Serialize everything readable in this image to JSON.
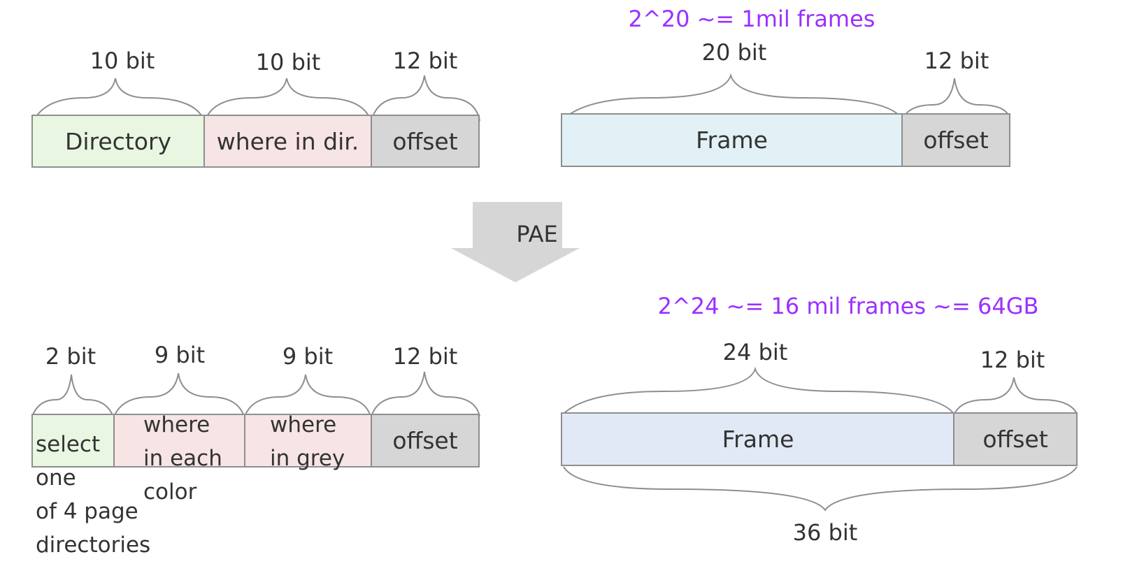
{
  "top_left": {
    "labels": [
      "10 bit",
      "10 bit",
      "12 bit"
    ],
    "fields": [
      "Directory",
      "where in dir.",
      "offset"
    ]
  },
  "top_right": {
    "note": "2^20 ~= 1mil frames",
    "labels": [
      "20 bit",
      "12 bit"
    ],
    "fields": [
      "Frame",
      "offset"
    ]
  },
  "arrow_label": "PAE",
  "bottom_left": {
    "labels": [
      "2 bit",
      "9 bit",
      "9 bit",
      "12 bit"
    ],
    "fields": [
      "select\none\nof 4 page\ndirectories",
      "where\nin each\ncolor",
      "where\nin grey",
      "offset"
    ]
  },
  "bottom_right": {
    "note": "2^24 ~= 16 mil frames ~= 64GB",
    "labels": [
      "24 bit",
      "12 bit"
    ],
    "fields": [
      "Frame",
      "offset"
    ],
    "total_label": "36 bit"
  },
  "colors": {
    "note_text": "#9b30ff",
    "directory_field": "#e9f7e2",
    "where_field": "#f7e4e4",
    "offset_field": "#d6d6d6",
    "frame_field_top": "#e2f1f6",
    "frame_field_bottom": "#e2e9f6",
    "arrow": "#d6d6d6"
  }
}
